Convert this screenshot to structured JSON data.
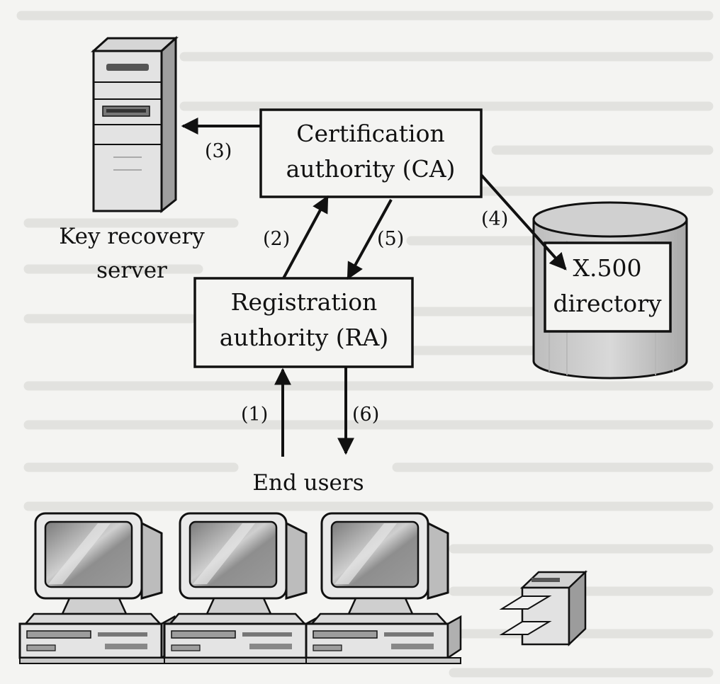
{
  "nodes": {
    "ca": {
      "line1": "Certification",
      "line2": "authority (CA)"
    },
    "ra": {
      "line1": "Registration",
      "line2": "authority (RA)"
    },
    "key_server": {
      "line1": "Key recovery",
      "line2": "server"
    },
    "directory": {
      "line1": "X.500",
      "line2": "directory"
    },
    "end_users": {
      "label": "End users"
    }
  },
  "steps": [
    "(1)",
    "(2)",
    "(3)",
    "(4)",
    "(5)",
    "(6)"
  ],
  "icons": {
    "server": "server-tower-icon",
    "database": "database-cylinder-icon",
    "workstation": "desktop-computer-icon",
    "printer": "printer-icon"
  }
}
